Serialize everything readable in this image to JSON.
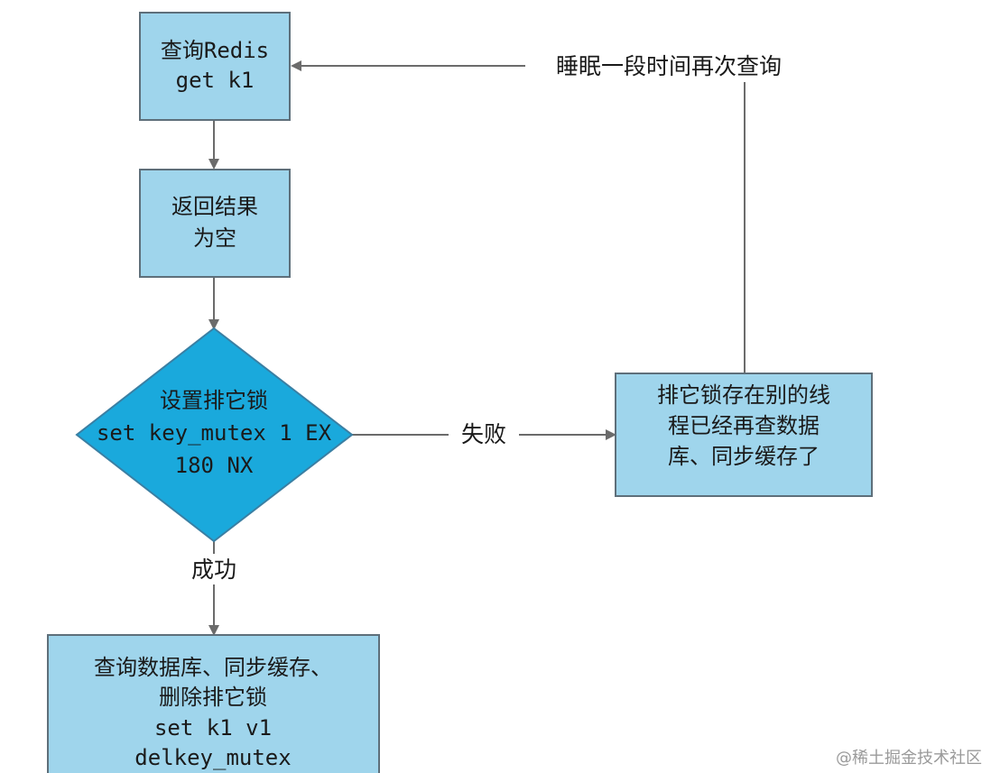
{
  "nodes": {
    "query_redis": {
      "lines": [
        "查询Redis",
        "get k1"
      ]
    },
    "empty_result": {
      "lines": [
        "返回结果",
        "为空"
      ]
    },
    "set_lock": {
      "lines": [
        "设置排它锁",
        "set key_mutex 1 EX",
        "180 NX"
      ]
    },
    "lock_exists": {
      "lines": [
        "排它锁存在别的线",
        "程已经再查数据",
        "库、同步缓存了"
      ]
    },
    "query_db": {
      "lines": [
        "查询数据库、同步缓存、",
        "删除排它锁",
        "set k1 v1",
        "delkey_mutex"
      ]
    }
  },
  "edges": {
    "fail": "失败",
    "success": "成功",
    "retry": "睡眠一段时间再次查询"
  },
  "watermark": "@稀土掘金技术社区",
  "colors": {
    "box_fill": "#9fd5ec",
    "diamond_fill": "#1aa9dc",
    "line": "#6b6b6b"
  }
}
